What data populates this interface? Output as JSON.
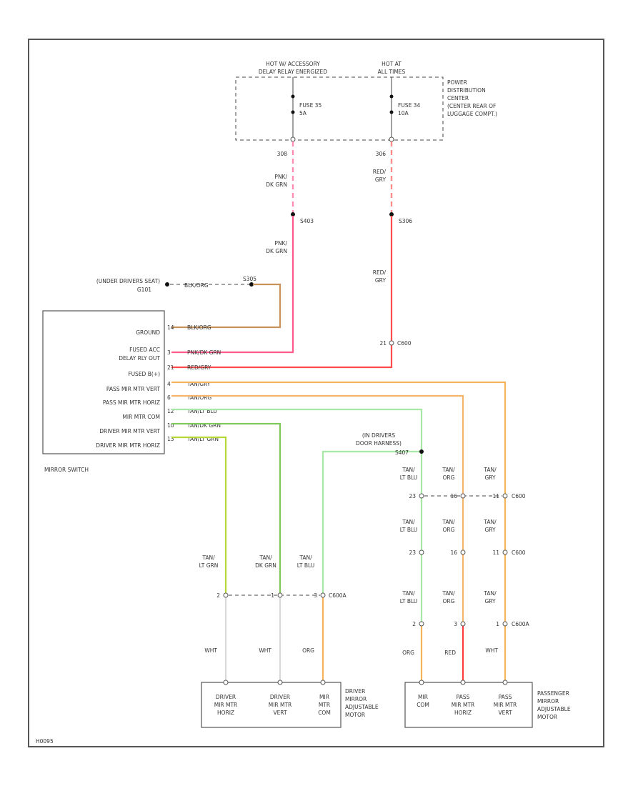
{
  "colors": {
    "frame": "#555555",
    "pink": "#ff8fb0",
    "red": "#ff3b3b",
    "red_grey": "#ff8c8c",
    "brown": "#c8935a",
    "orange": "#f5b45a",
    "orange_grey": "#f3c27a",
    "lt_blue": "#a7e8a6",
    "dk_green": "#7fc95a",
    "lt_green": "#b4d836",
    "white": "#d9d9d9"
  },
  "power": {
    "hot_acc": [
      "HOT W/ ACCESSORY",
      "DELAY RELAY ENERGIZED"
    ],
    "hot_all": [
      "HOT AT",
      "ALL TIMES"
    ],
    "pdc": [
      "POWER",
      "DISTRIBUTION",
      "CENTER",
      "(CENTER REAR OF",
      "LUGGAGE COMPT.)"
    ],
    "fuse1": [
      "FUSE 35",
      "5A"
    ],
    "fuse2": [
      "FUSE 34",
      "10A"
    ],
    "wire1_code": "308",
    "wire1_color": [
      "PNK/",
      "DK GRN"
    ],
    "wire2_code": "306",
    "wire2_color": [
      "RED/",
      "GRY"
    ],
    "splice1": "S403",
    "splice2": "S306",
    "wire1b_color": [
      "PNK/",
      "DK GRN"
    ],
    "wire2b_color": [
      "RED/",
      "GRY"
    ]
  },
  "ground": {
    "location": [
      "(UNDER DRIVERS SEAT)",
      "G101"
    ],
    "wire": "BLK/ORG",
    "splice": "S305"
  },
  "switch": {
    "name": "MIRROR SWITCH",
    "pins": [
      {
        "label": "GROUND",
        "num": "14",
        "wire": "BLK/ORG"
      },
      {
        "label": "FUSED ACC",
        "num": "",
        "wire": ""
      },
      {
        "label": "DELAY RLY OUT",
        "num": "3",
        "wire": "PNK/DK GRN"
      },
      {
        "label": "FUSED B(+)",
        "num": "21",
        "wire": "RED/GRY"
      },
      {
        "label": "PASS MIR MTR VERT",
        "num": "4",
        "wire": "TAN/GRY"
      },
      {
        "label": "PASS MIR MTR HORIZ",
        "num": "6",
        "wire": "TAN/ORG"
      },
      {
        "label": "MIR MTR COM",
        "num": "12",
        "wire": "TAN/LT BLU"
      },
      {
        "label": "DRIVER MIR MTR VERT",
        "num": "10",
        "wire": "TAN/DK GRN"
      },
      {
        "label": "DRIVER MIR MTR HORIZ",
        "num": "13",
        "wire": "TAN/LT GRN"
      }
    ],
    "conn_21": "21",
    "conn_21_id": "C600"
  },
  "door": {
    "harness": [
      "(IN DRIVERS",
      "DOOR HARNESS)"
    ],
    "splice": "S407"
  },
  "pass_row1": {
    "c23": "23",
    "c16": "16",
    "c11": "11",
    "id": "C600",
    "w_blu": [
      "TAN/",
      "LT BLU"
    ],
    "w_org": [
      "TAN/",
      "ORG"
    ],
    "w_gry": [
      "TAN/",
      "GRY"
    ]
  },
  "pass_row2": {
    "c23": "23",
    "c16": "16",
    "c11": "11",
    "id": "C600",
    "w_blu": [
      "TAN/",
      "LT BLU"
    ],
    "w_org": [
      "TAN/",
      "ORG"
    ],
    "w_gry": [
      "TAN/",
      "GRY"
    ]
  },
  "pass_row3": {
    "c2": "2",
    "c3": "3",
    "c1": "1",
    "id": "C600A",
    "w_blu": [
      "TAN/",
      "LT BLU"
    ],
    "w_org": [
      "TAN/",
      "ORG"
    ],
    "w_gry": [
      "TAN/",
      "GRY"
    ]
  },
  "drv_wires": {
    "w_lgrn": [
      "TAN/",
      "LT GRN"
    ],
    "w_dgrn": [
      "TAN/",
      "DK GRN"
    ],
    "w_lblu": [
      "TAN/",
      "LT BLU"
    ],
    "c1": "2",
    "c2": "1",
    "c3": "3",
    "id": "C600A"
  },
  "drv_motor": {
    "name": [
      "DRIVER",
      "MIRROR",
      "ADJUSTABLE",
      "MOTOR"
    ],
    "w1": "WHT",
    "w2": "WHT",
    "w3": "ORG",
    "p1": [
      "DRIVER",
      "MIR MTR",
      "HORIZ"
    ],
    "p2": [
      "DRIVER",
      "MIR MTR",
      "VERT"
    ],
    "p3": [
      "MIR",
      "MTR",
      "COM"
    ]
  },
  "pass_motor": {
    "name": [
      "PASSENGER",
      "MIRROR",
      "ADJUSTABLE",
      "MOTOR"
    ],
    "w1": "ORG",
    "w2": "RED",
    "w3": "WHT",
    "p1": [
      "MIR",
      "COM"
    ],
    "p2": [
      "PASS",
      "MIR MTR",
      "HORIZ"
    ],
    "p3": [
      "PASS",
      "MIR MTR",
      "VERT"
    ]
  },
  "footer": "H0095"
}
